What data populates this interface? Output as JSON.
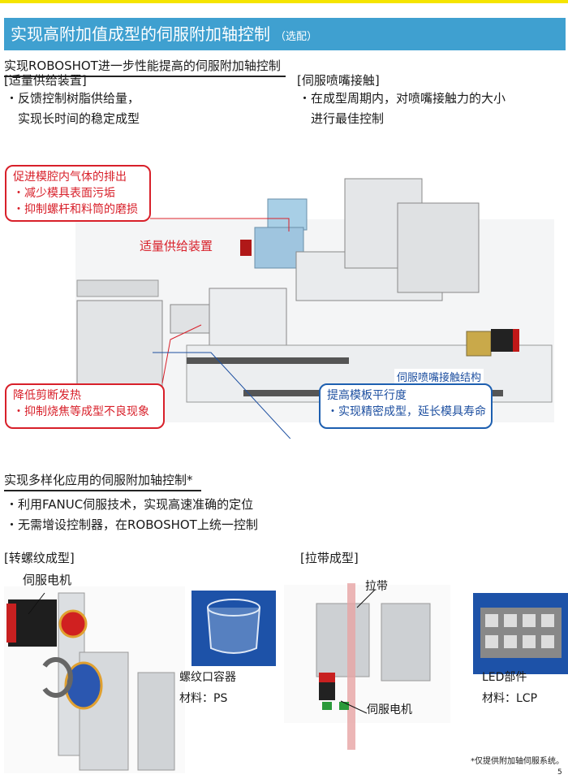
{
  "header": {
    "title": "实现高附加值成型的伺服附加轴控制",
    "title_note": "（选配）"
  },
  "section1": {
    "heading": "实现ROBOSHOT进一步性能提高的伺服附加轴控制",
    "left": {
      "label": "[适量供给装置]",
      "bullets": [
        "・反馈控制树脂供给量，",
        "实现长时间的稳定成型"
      ]
    },
    "right": {
      "label": "[伺服喷嘴接触]",
      "bullets": [
        "・在成型周期内，对喷嘴接触力的大小",
        "进行最佳控制"
      ]
    },
    "figure": {
      "callout_top": [
        "促进模腔内气体的排出",
        "・减少模具表面污垢",
        "・抑制螺杆和料筒的磨损"
      ],
      "feed_label": "适量供给装置",
      "nozzle_label": "伺服喷嘴接触结构",
      "callout_bottom_left": [
        "降低剪断发热",
        "・抑制烧焦等成型不良现象"
      ],
      "callout_bottom_right": [
        "提高模板平行度",
        "・实现精密成型，延长模具寿命"
      ]
    }
  },
  "section2": {
    "heading": "实现多样化应用的伺服附加轴控制*",
    "bullets": [
      "・利用FANUC伺服技术，实现高速准确的定位",
      "・无需增设控制器，在ROBOSHOT上统一控制"
    ],
    "unscrew": {
      "label": "[转螺纹成型]",
      "motor_label": "伺服电机",
      "product": "螺纹口容器",
      "material": "材料：PS"
    },
    "strip": {
      "label": "[拉带成型]",
      "strip_label": "拉带",
      "motor_label": "伺服电机",
      "product": "LED部件",
      "material": "材料：LCP"
    }
  },
  "footer": {
    "note": "*仅提供附加轴伺服系统。",
    "page": "5"
  }
}
